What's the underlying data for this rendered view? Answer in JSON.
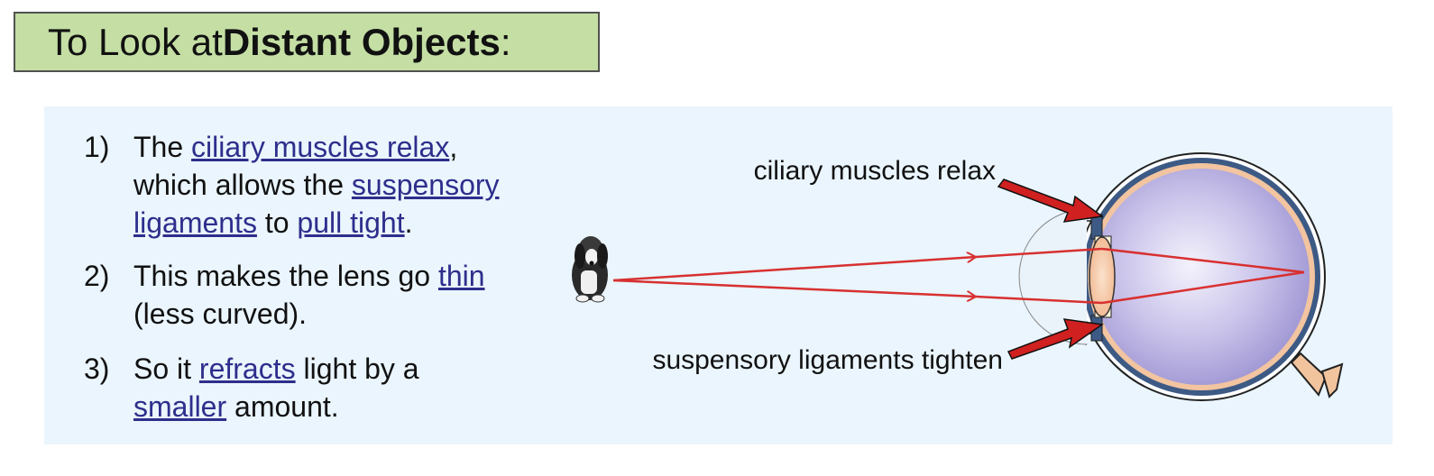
{
  "title": {
    "prefix": "To Look at ",
    "bold": "Distant Objects",
    "suffix": ":"
  },
  "steps": [
    {
      "number": "1)",
      "line1": {
        "t1": "The ",
        "link1": "ciliary muscles relax",
        "t2": ","
      },
      "line2": {
        "t1": "which allows the ",
        "link1": "suspensory"
      },
      "line3": {
        "link1": "ligaments",
        "t1": " to ",
        "link2": "pull tight",
        "t2": "."
      }
    },
    {
      "number": "2)",
      "line1": {
        "t1": "This makes the lens go ",
        "link1": "thin"
      },
      "line2": {
        "t1": "(less curved)."
      }
    },
    {
      "number": "3)",
      "line1": {
        "t1": "So it ",
        "link1": "refracts",
        "t2": " light by a"
      },
      "line2": {
        "link1": "smaller",
        "t1": " amount."
      }
    }
  ],
  "diagram": {
    "label_ciliary": "ciliary muscles relax",
    "label_suspensory": "suspensory ligaments tighten"
  },
  "colors": {
    "title_bg": "#c4dea4",
    "panel_bg": "#eaf5fd",
    "link": "#2e2e8c",
    "arrow": "#d02020",
    "ray": "#d83030",
    "eye_purple": "#a8a0d8"
  }
}
